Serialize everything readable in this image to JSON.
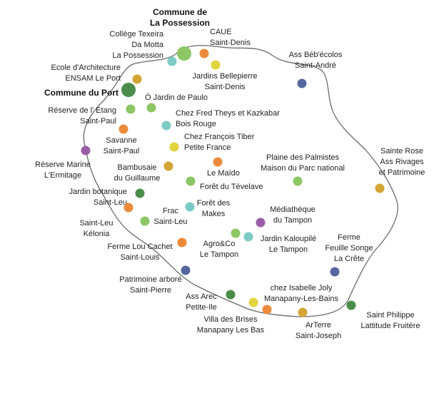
{
  "colors": {
    "orange": "#ec8a3a",
    "green": "#8cc665",
    "dark_green": "#4b8c4a",
    "teal": "#7ccbc6",
    "yellow": "#e2d43e",
    "mustard": "#d3a534",
    "purple": "#9b5da6",
    "blue": "#56669f",
    "outline": "#6a6a6a"
  },
  "places": [
    {
      "id": "commune-possession",
      "lines": [
        "Commune de",
        "La Possession"
      ],
      "color": "green",
      "style": "bold",
      "interactable": true
    },
    {
      "id": "college-texeira",
      "lines": [
        "Collège Texeira",
        "Da Motta",
        "La Possession"
      ],
      "color": "teal",
      "interactable": true
    },
    {
      "id": "caue",
      "lines": [
        "CAUE",
        "Saint-Denis"
      ],
      "color": "orange",
      "interactable": true
    },
    {
      "id": "jardins-bellepierre",
      "lines": [
        "Jardins Bellepierre",
        "Saint-Denis"
      ],
      "color": "yellow",
      "interactable": true
    },
    {
      "id": "ass-bebecolos",
      "lines": [
        "Ass Béb'écolos",
        "Saint-André"
      ],
      "color": "blue",
      "interactable": true
    },
    {
      "id": "ecole-architecture",
      "lines": [
        "Ecole d'Architecture",
        "ENSAM Le Port"
      ],
      "color": "mustard",
      "interactable": true
    },
    {
      "id": "commune-port",
      "lines": [
        "Commune du Port"
      ],
      "color": "dark_green",
      "style": "bold",
      "interactable": true
    },
    {
      "id": "o-jardin-paulo",
      "lines": [
        "Ö Jardin de Paulo"
      ],
      "color": "green",
      "interactable": true
    },
    {
      "id": "reserve-etang",
      "lines": [
        "Réserve de l' Etang",
        "Saint-Paul"
      ],
      "color": "green",
      "interactable": true
    },
    {
      "id": "fred-theys",
      "lines": [
        "Chez Fred Theys et Kazkabar",
        "Bois Rouge"
      ],
      "color": "teal",
      "interactable": true
    },
    {
      "id": "savanne",
      "lines": [
        "Savanne",
        "Saint-Paul"
      ],
      "color": "orange",
      "interactable": true
    },
    {
      "id": "francois-tiber",
      "lines": [
        "Chez François Tiber",
        "Petite France"
      ],
      "color": "yellow",
      "interactable": true
    },
    {
      "id": "reserve-marine",
      "lines": [
        "Réserve Marine",
        "L'Ermitage"
      ],
      "color": "purple",
      "interactable": true
    },
    {
      "id": "plaine-palmistes",
      "lines": [
        "Plaine des Palmistes",
        "Maison du Parc national"
      ],
      "color": "green",
      "interactable": true
    },
    {
      "id": "sainte-rose",
      "lines": [
        "Sainte Rose",
        "Ass Rivages",
        "et Patrimoine"
      ],
      "color": "mustard",
      "interactable": true
    },
    {
      "id": "bambusaie",
      "lines": [
        "Bambusaie",
        "du Guillaume"
      ],
      "color": "mustard",
      "interactable": true
    },
    {
      "id": "le-maido",
      "lines": [
        "Le Maïdo"
      ],
      "color": "orange",
      "interactable": true
    },
    {
      "id": "foret-tevelave",
      "lines": [
        "Forêt du Tévelave"
      ],
      "color": "green",
      "interactable": true
    },
    {
      "id": "jardin-botanique",
      "lines": [
        "Jardin botanique",
        "Saint-Leu"
      ],
      "color": "dark_green",
      "interactable": true
    },
    {
      "id": "saint-leu-kelonia",
      "lines": [
        "Saint-Leu",
        "Kélonia"
      ],
      "color": "orange",
      "interactable": true
    },
    {
      "id": "frac",
      "lines": [
        "Frac",
        "Saint-Leu"
      ],
      "color": "green",
      "interactable": true
    },
    {
      "id": "foret-makes",
      "lines": [
        "Forêt des",
        "Makes"
      ],
      "color": "teal",
      "interactable": true
    },
    {
      "id": "mediatheque-tampon",
      "lines": [
        "Médiathèque",
        "du Tampon"
      ],
      "color": "purple",
      "interactable": true
    },
    {
      "id": "agroco",
      "lines": [
        "Agro&Co",
        "Le Tampon"
      ],
      "color": "green",
      "interactable": true
    },
    {
      "id": "jardin-kaloupile",
      "lines": [
        "Jardin Kaloupilé",
        "Le Tampon"
      ],
      "color": "teal",
      "interactable": true
    },
    {
      "id": "ferme-songe",
      "lines": [
        "Ferme",
        "Feuille Songe",
        "La Crête"
      ],
      "color": "blue",
      "interactable": true
    },
    {
      "id": "lou-cachet",
      "lines": [
        "Ferme Lou Cachet",
        "Saint-Louis"
      ],
      "color": "orange",
      "interactable": true
    },
    {
      "id": "patrimoine-arbore",
      "lines": [
        "Patrimoine arboré",
        "Saint-Pierre"
      ],
      "color": "blue",
      "interactable": true
    },
    {
      "id": "ass-arec",
      "lines": [
        "Ass Arec",
        "Petite-Ile"
      ],
      "color": "dark_green",
      "interactable": true
    },
    {
      "id": "isabelle-joly",
      "lines": [
        "chez Isabelle Joly",
        "Manapany-Les-Bains"
      ],
      "color": "orange",
      "interactable": true
    },
    {
      "id": "villa-brises",
      "lines": [
        "Villa des Brises",
        "Manapany Les Bas"
      ],
      "color": "yellow",
      "interactable": true
    },
    {
      "id": "arterre",
      "lines": [
        "ArTerre",
        "Saint-Joseph"
      ],
      "color": "mustard",
      "interactable": true
    },
    {
      "id": "saint-philippe",
      "lines": [
        "Saint Philippe",
        "Lattitude Fruitère"
      ],
      "color": "dark_green",
      "interactable": true
    }
  ]
}
